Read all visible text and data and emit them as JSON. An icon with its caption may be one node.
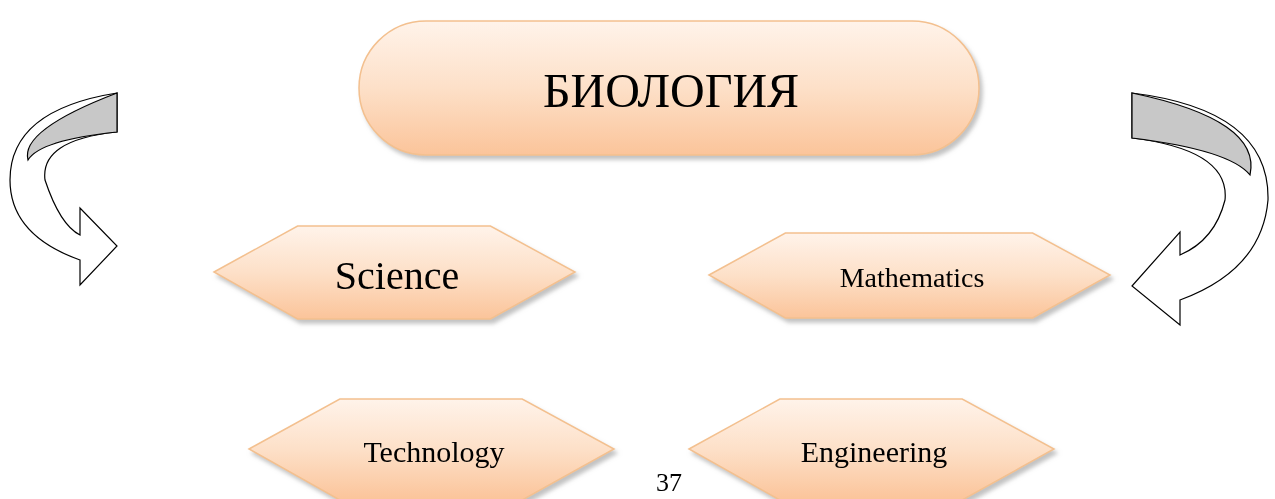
{
  "diagram": {
    "nodes": [
      {
        "text": [
          "БИОЛОГИЯ"
        ]
      },
      {
        "text": [
          "Science"
        ]
      },
      {
        "text": [
          "Mathematics"
        ]
      },
      {
        "text": [
          "Technology"
        ]
      },
      {
        "text": [
          "Engineering"
        ]
      }
    ],
    "edges": [],
    "labels": [
      "37"
    ]
  }
}
